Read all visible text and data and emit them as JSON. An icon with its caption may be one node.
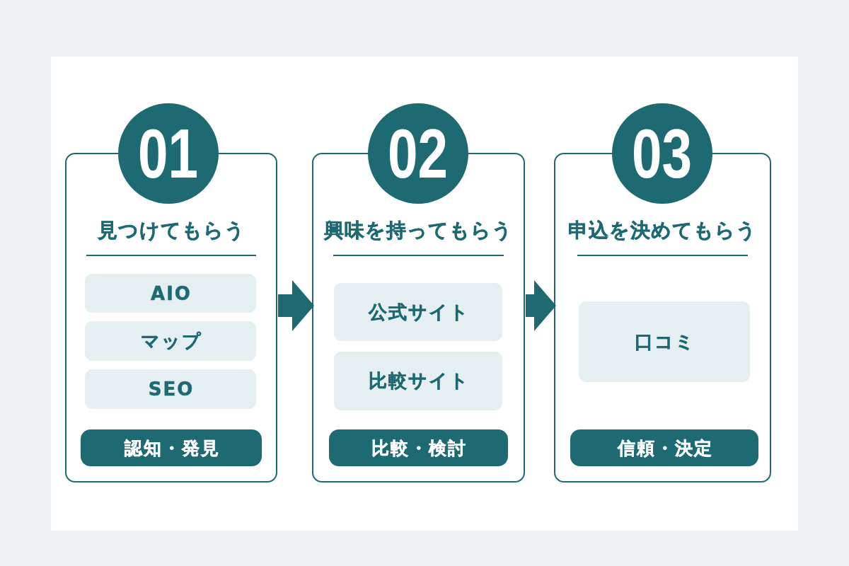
{
  "diagram": {
    "nodes": [
      {
        "text": [
          "01"
        ]
      },
      {
        "text": [
          "見つけてもらう"
        ]
      },
      {
        "text": [
          "AIO"
        ],
        "in": 1
      },
      {
        "text": [
          "マップ"
        ],
        "in": 1
      },
      {
        "text": [
          "SEO"
        ],
        "in": 1
      },
      {
        "text": [
          "認知・発見"
        ],
        "in": 1
      },
      {
        "text": [
          "02"
        ]
      },
      {
        "text": [
          "興味を持ってもらう"
        ]
      },
      {
        "text": [
          "公式サイト"
        ],
        "in": 7
      },
      {
        "text": [
          "比較サイト"
        ],
        "in": 7
      },
      {
        "text": [
          "比較・検討"
        ],
        "in": 7
      },
      {
        "text": [
          "03"
        ]
      },
      {
        "text": [
          "申込を決めてもらう"
        ]
      },
      {
        "text": [
          "口コミ"
        ],
        "in": 12
      },
      {
        "text": [
          "信頼・決定"
        ],
        "in": 12
      }
    ],
    "edges": [
      {
        "from": 1,
        "to": 7,
        "arrow": "to"
      },
      {
        "from": 7,
        "to": 12,
        "arrow": "to"
      }
    ]
  }
}
